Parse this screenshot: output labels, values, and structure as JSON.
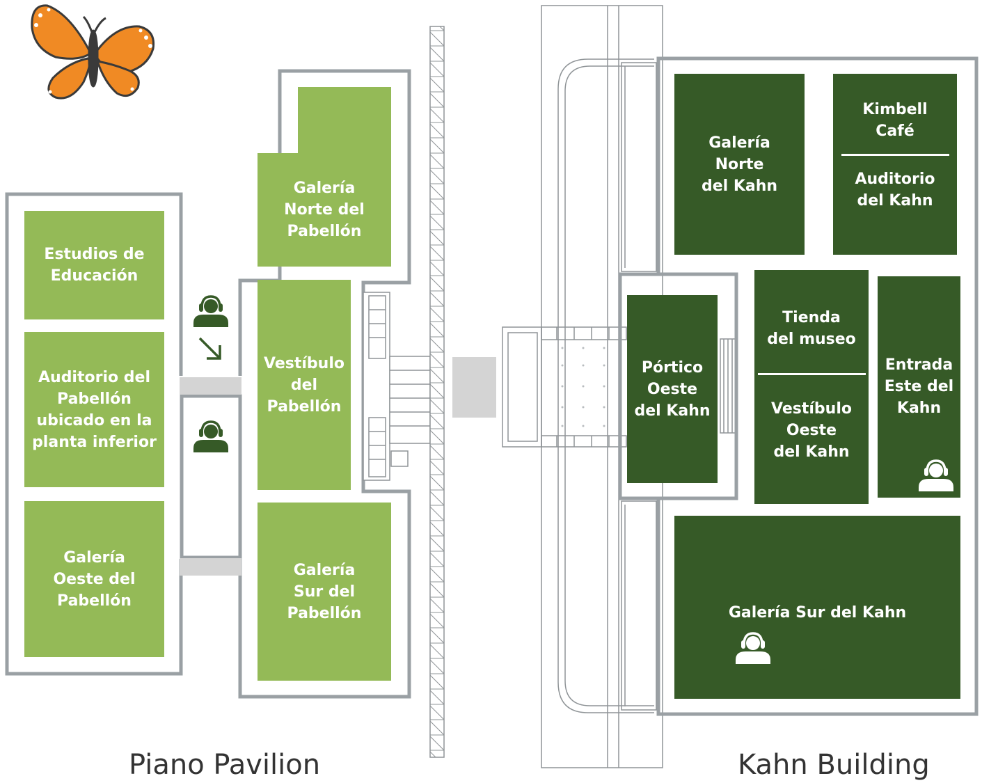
{
  "buildings": {
    "piano": {
      "label": "Piano Pavilion"
    },
    "kahn": {
      "label": "Kahn Building"
    }
  },
  "rooms": {
    "estudios": [
      "Estudios de",
      "Educación"
    ],
    "auditorio_pabellon": [
      "Auditorio del",
      "Pabellón",
      "ubicado en la",
      "planta inferior"
    ],
    "galeria_oeste_pabellon": [
      "Galería",
      "Oeste del",
      "Pabellón"
    ],
    "galeria_norte_pabellon": [
      "Galería",
      "Norte del",
      "Pabellón"
    ],
    "vestibulo_pabellon": [
      "Vestíbulo",
      "del",
      "Pabellón"
    ],
    "galeria_sur_pabellon": [
      "Galería",
      "Sur del",
      "Pabellón"
    ],
    "galeria_norte_kahn": [
      "Galería",
      "Norte",
      "del Kahn"
    ],
    "kimbell_cafe": [
      "Kimbell",
      "Café"
    ],
    "auditorio_kahn": [
      "Auditorio",
      "del Kahn"
    ],
    "portico_oeste_kahn": [
      "Pórtico",
      "Oeste",
      "del Kahn"
    ],
    "tienda_museo": [
      "Tienda",
      "del museo"
    ],
    "vestibulo_oeste_kahn": [
      "Vestíbulo",
      "Oeste",
      "del Kahn"
    ],
    "entrada_este_kahn": [
      "Entrada",
      "Este del",
      "Kahn"
    ],
    "galeria_sur_kahn": [
      "Galería Sur del Kahn"
    ]
  },
  "icons": [
    "butterfly-logo-icon",
    "audio-guide-icon",
    "direction-arrow-icon"
  ],
  "colors": {
    "piano_rooms": "#94ba57",
    "kahn_rooms": "#365a27",
    "walls": "#9aa0a4",
    "corridor": "#d4d4d4",
    "butterfly": "#f08a24"
  }
}
